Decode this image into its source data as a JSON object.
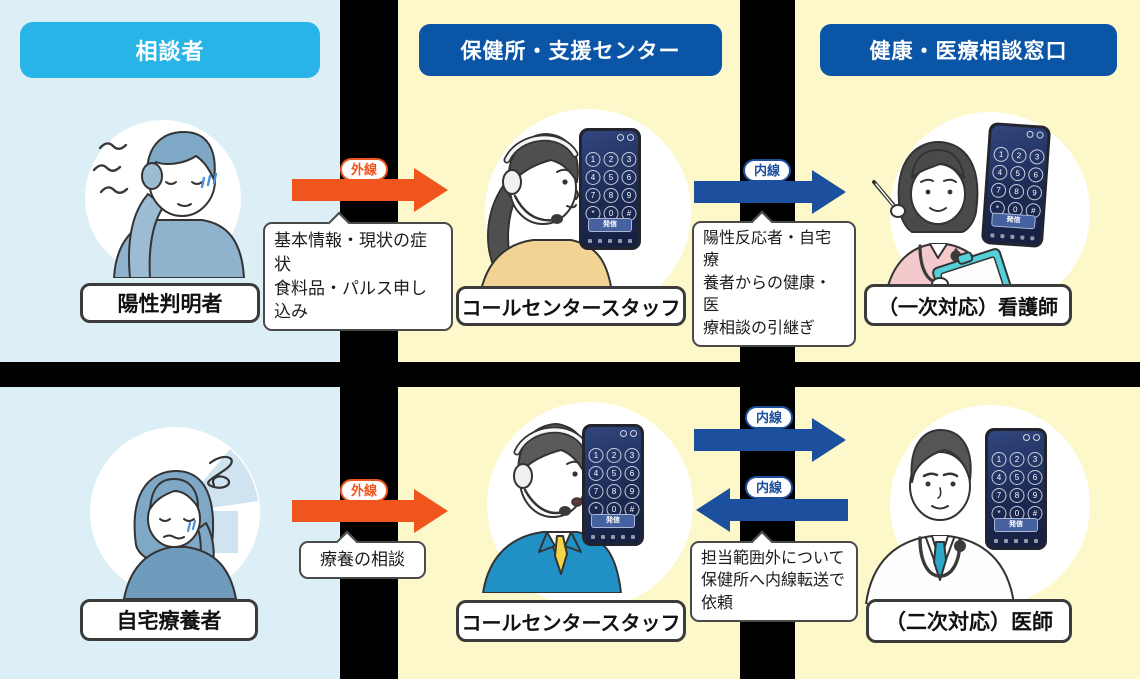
{
  "colors": {
    "background": "#000000",
    "panel_blue": "#dceef6",
    "panel_yellow": "#fdf8c9",
    "header_cyan": "#29b4e8",
    "header_blue": "#0a55a6",
    "arrow_orange": "#f0551d",
    "arrow_blue": "#1c4f9e"
  },
  "headers": {
    "consulter": "相談者",
    "health_center": "保健所・支援センター",
    "medical_desk": "健康・医療相談窓口"
  },
  "row1": {
    "patient_label": "陽性判明者",
    "outbound_badge": "外線",
    "outbound_note": "基本情報・現状の症状\n食料品・パルス申し込み",
    "staff_label": "コールセンタースタッフ",
    "internal_badge": "内線",
    "internal_note": "陽性反応者・自宅療\n養者からの健康・医\n療相談の引継ぎ",
    "responder_label": "（一次対応）看護師"
  },
  "row2": {
    "patient_label": "自宅療養者",
    "outbound_badge": "外線",
    "outbound_note": "療養の相談",
    "staff_label": "コールセンタースタッフ",
    "internal_badge_forward": "内線",
    "internal_badge_back": "内線",
    "internal_note": "担当範囲外について\n保健所へ内線転送で\n依頼",
    "responder_label": "（二次対応）医師"
  },
  "phone": {
    "keys": [
      "1",
      "2",
      "3",
      "4",
      "5",
      "6",
      "7",
      "8",
      "9",
      "*",
      "0",
      "#"
    ],
    "call_button_label": "発信"
  }
}
